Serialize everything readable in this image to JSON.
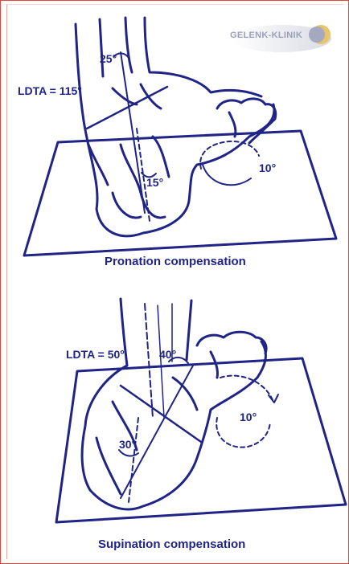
{
  "logo": {
    "text": "GELENK-KLINIK"
  },
  "colors": {
    "ink": "#1f2486",
    "frame": "#e0463c",
    "logo_gray": "#9aa0b8",
    "logo_gold": "#e9c46a"
  },
  "top_panel": {
    "ldta_label": "LDTA = 115°",
    "angle_tibia": "25°",
    "angle_heel": "15°",
    "angle_forefoot": "10°",
    "caption": "Pronation compensation"
  },
  "bottom_panel": {
    "ldta_label": "LDTA = 50°",
    "angle_tibia": "40°",
    "angle_heel": "30°",
    "angle_forefoot": "10°",
    "caption": "Supination compensation"
  }
}
